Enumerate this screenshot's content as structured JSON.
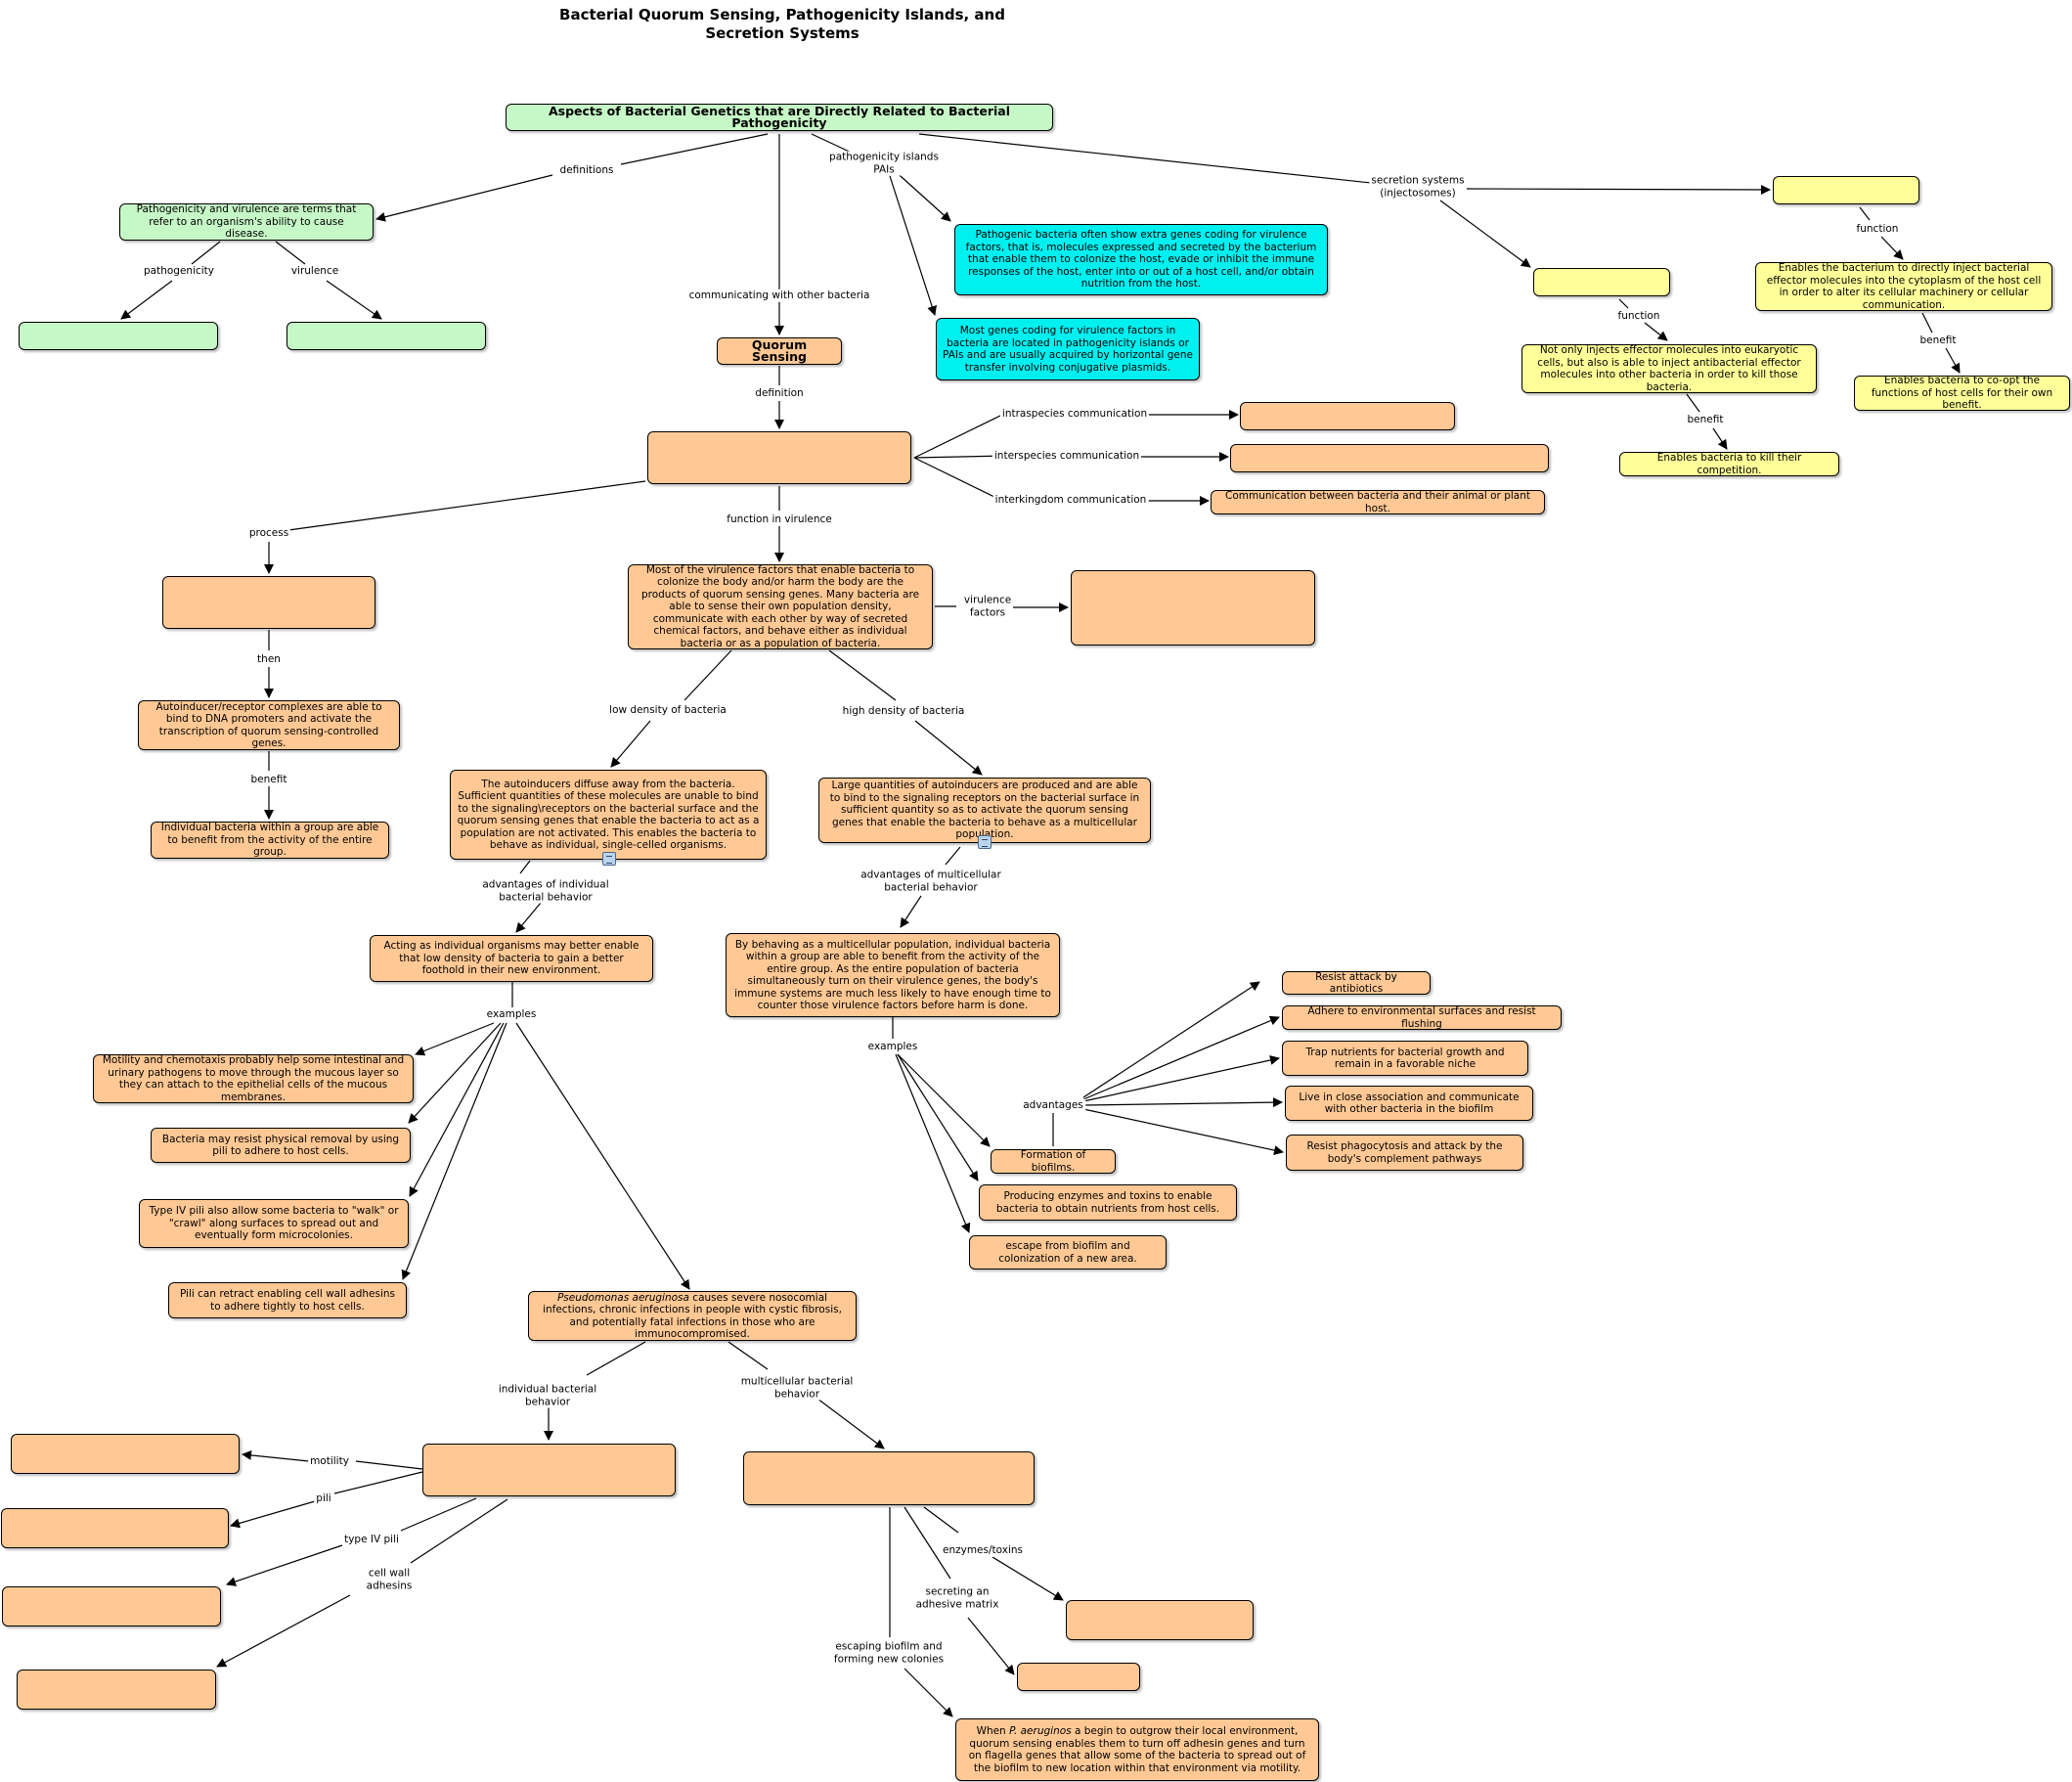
{
  "title": "Bacterial Quorum Sensing, Pathogenicity Islands, and Secretion Systems",
  "nodes": {
    "root": "Aspects of Bacterial Genetics that are Directly Related to Bacterial Pathogenicity",
    "def_pv": "Pathogenicity and virulence are terms that refer to an organism's ability to cause disease.",
    "pathogenicity_box": "",
    "virulence_box": "",
    "quorum": "Quorum Sensing",
    "qs_def": "",
    "intra_box": "",
    "inter_box": "",
    "interkingdom_box": "Communication between bacteria and their animal or plant host.",
    "pai_1": "Pathogenic bacteria often show extra genes coding for virulence factors, that is, molecules expressed and secreted by the bacterium that enable them to colonize the host, evade or inhibit the immune responses of the host, enter into or out of a host cell, and/or obtain nutrition from the host.",
    "pai_2": "Most genes coding for virulence factors in bacteria are located in pathogenicity islands or PAIs  and are usually acquired by horizontal gene transfer involving conjugative plasmids.",
    "sec_mid": "",
    "sec_right": "",
    "sec_mid_func": "Not only injects effector molecules into eukaryotic cells, but also is able to inject antibacterial effector molecules into other bacteria in order to kill those bacteria.",
    "sec_mid_benefit": "Enables bacteria to kill their competition.",
    "sec_right_func": "Enables the bacterium to directly inject bacterial effector molecules into the cytoplasm of the host cell in order to alter its cellular machinery or cellular communication.",
    "sec_right_benefit": "Enables bacteria to co-opt the functions of host cells for their own benefit.",
    "process_box": "",
    "then_box": "Autoinducer/receptor complexes are able to bind to DNA promoters and activate the transcription of quorum sensing-controlled genes.",
    "benefit_box": "Individual bacteria within a group are able to benefit from the activity of the entire group.",
    "virulence_main": "Most of the virulence factors that enable bacteria to colonize the body and/or harm the body are the products of quorum sensing genes. Many bacteria are able to sense their own population density, communicate with each other by way of secreted chemical factors, and behave either as individual bacteria or as a population of bacteria.",
    "virulence_factors_box": "",
    "low_density": "The autoinducers diffuse away from the bacteria. Sufficient quantities of these molecules are unable to bind to the signaling\\receptors on the bacterial surface and the quorum sensing genes that enable the bacteria to act as a population are not activated. This enables the bacteria to behave as individual, single-celled organisms.",
    "high_density": "Large quantities of autoinducers are produced and are able to bind to the signaling receptors on the bacterial surface in sufficient quantity so as to activate the quorum sensing genes that enable the bacteria to behave as a multicellular population.",
    "individual_adv": "Acting as individual organisms may better enable that low density of bacteria to gain a better foothold in their new environment.",
    "multicellular_adv": "By behaving as a multicellular population, individual bacteria within a group are able to benefit from the activity of the entire group. As the entire population of bacteria simultaneously turn on their virulence genes, the body's immune systems are much less likely to have enough time to counter those virulence factors before harm is done.",
    "ex_motility": "Motility and chemotaxis probably help some intestinal and urinary pathogens to move through the mucous layer so they can attach to the epithelial cells of the mucous membranes.",
    "ex_pili": "Bacteria may resist physical removal by using pili to adhere to host cells.",
    "ex_type4": "Type IV pili also allow some bacteria to \"walk\" or \"crawl\" along surfaces to spread out and eventually form microcolonies.",
    "ex_retract": "Pili can retract enabling cell wall adhesins to adhere tightly to host cells.",
    "pseudomonas_italic": "Pseudomonas aeruginosa",
    "pseudomonas_rest": "  causes severe nosocomial infections, chronic infections in people with cystic fibrosis, and potentially fatal infections in those who are immunocompromised.",
    "biofilm": "Formation of biofilms.",
    "enzymes": "Producing enzymes and toxins to enable bacteria to obtain nutrients from host cells.",
    "escape": "escape from biofilm and colonization of a new area.",
    "adv_1": "Resist attack by antibiotics",
    "adv_2": "Adhere to environmental surfaces and resist flushing",
    "adv_3": "Trap nutrients for bacterial growth and remain in a favorable niche",
    "adv_4": "Live in close association and communicate with other bacteria in the biofilm",
    "adv_5": "Resist phagocytosis and attack by the body's complement pathways",
    "ind_behavior_box": "",
    "mc_behavior_box": "",
    "motility_box": "",
    "pili_box": "",
    "type4_box": "",
    "adhesins_box": "",
    "enzymes_box": "",
    "matrix_box": "",
    "final_pre": "When ",
    "final_italic": "P. aeruginos",
    "final_rest": " a begin to outgrow their local environment, quorum sensing enables them to turn off adhesin genes and turn on flagella genes that allow some of the bacteria to spread out of the biofilm to new location within that environment via motility."
  },
  "labels": {
    "definitions": "definitions",
    "pai": "pathogenicity islands\nPAIs",
    "secretion": "secretion systems\n(injectosomes)",
    "pathogenicity": "pathogenicity",
    "virulence": "virulence",
    "communicating": "communicating with other bacteria",
    "definition": "definition",
    "intraspecies": "intraspecies communication",
    "interspecies": "interspecies communication",
    "interkingdom": "interkingdom communication",
    "function_mid": "function",
    "benefit_mid": "benefit",
    "function_right": "function",
    "benefit_right": "benefit",
    "process": "process",
    "function_virulence": "function in virulence",
    "then": "then",
    "benefit_left": "benefit",
    "virulence_factors": "virulence\nfactors",
    "low_density": "low density of bacteria",
    "high_density": "high density of bacteria",
    "adv_individual": "advantages of individual\nbacterial behavior",
    "adv_multicellular": "advantages of multicellular\nbacterial behavior",
    "examples_left": "examples",
    "examples_right": "examples",
    "advantages": "advantages",
    "individual_behavior": "individual bacterial\nbehavior",
    "multicellular_behavior": "multicellular bacterial\nbehavior",
    "motility": "motility",
    "pili": "pili",
    "type4": "type IV pili",
    "adhesins": "cell wall\nadhesins",
    "enzymes_toxins": "enzymes/toxins",
    "adhesive_matrix": "secreting an\nadhesive matrix",
    "escaping": "escaping biofilm and\nforming new colonies"
  }
}
